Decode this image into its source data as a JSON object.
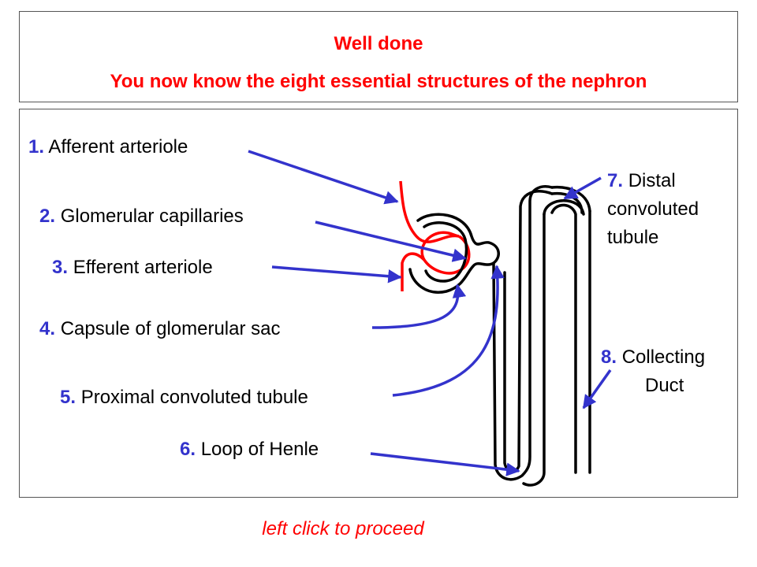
{
  "header": {
    "line1": "Well done",
    "line2": "You now know the eight essential structures of the nephron"
  },
  "labels": [
    {
      "num": "1.",
      "text": "Afferent arteriole"
    },
    {
      "num": "2.",
      "text": "Glomerular capillaries"
    },
    {
      "num": "3.",
      "text": "Efferent arteriole"
    },
    {
      "num": "4.",
      "text": "Capsule of glomerular sac"
    },
    {
      "num": "5.",
      "text": "Proximal convoluted tubule"
    },
    {
      "num": "6.",
      "text": "Loop of Henle"
    },
    {
      "num": "7.",
      "text_lines": [
        "Distal",
        "convoluted",
        "tubule"
      ]
    },
    {
      "num": "8.",
      "text_lines": [
        "Collecting",
        "Duct"
      ]
    }
  ],
  "footer": "left click to proceed",
  "colors": {
    "title": "#ff0000",
    "number": "#3333cc",
    "arrow": "#3333cc",
    "blood_vessel": "#ff0000",
    "tubule": "#000000"
  }
}
